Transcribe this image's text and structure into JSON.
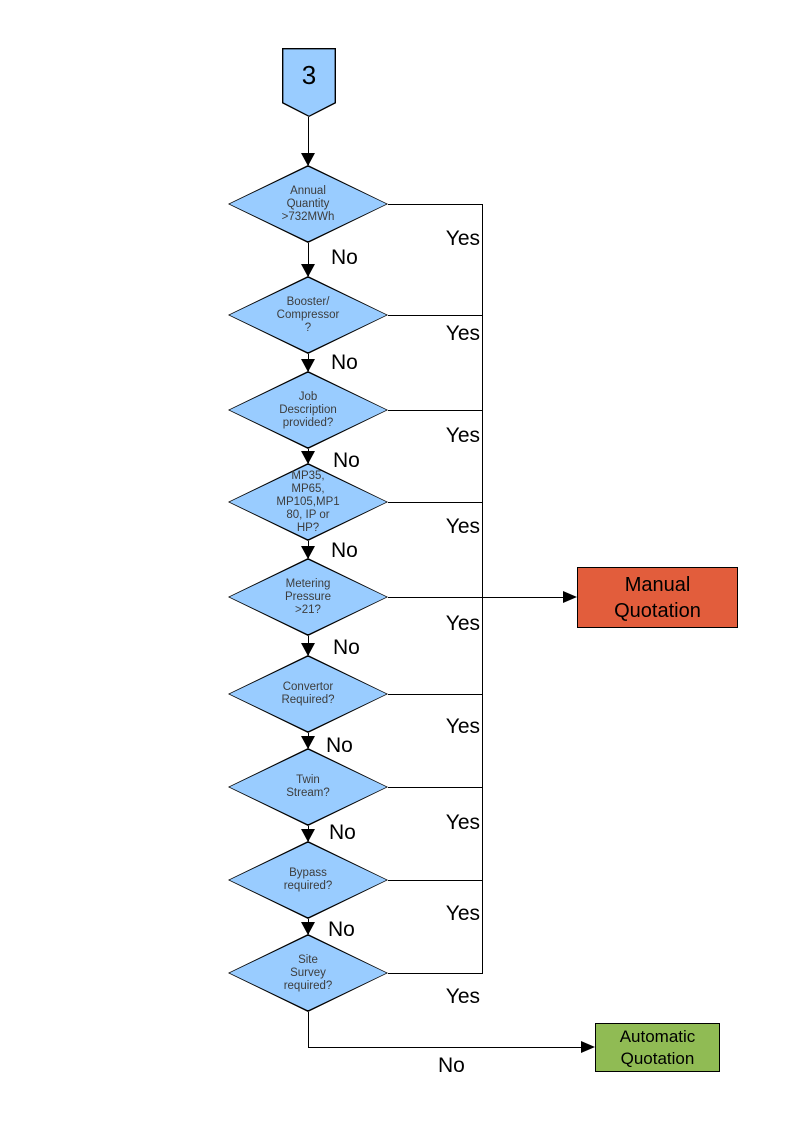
{
  "flow": {
    "start": {
      "label": "3"
    },
    "decisions": [
      {
        "label": "Annual\nQuantity\n>732MWh"
      },
      {
        "label": "Booster/\nCompressor\n?"
      },
      {
        "label": "Job\nDescription\nprovided?"
      },
      {
        "label": "MP35,\nMP65,\nMP105,MP1\n80, IP or\nHP?"
      },
      {
        "label": "Metering\nPressure\n>21?"
      },
      {
        "label": "Convertor\nRequired?"
      },
      {
        "label": "Twin\nStream?"
      },
      {
        "label": "Bypass\nrequired?"
      },
      {
        "label": "Site\nSurvey\nrequired?"
      }
    ],
    "branch_labels": {
      "yes": "Yes",
      "no": "No"
    },
    "terminals": {
      "manual": {
        "label": "Manual\nQuotation",
        "fill": "#e25d3c"
      },
      "automatic": {
        "label": "Automatic\nQuotation",
        "fill": "#90bb54"
      }
    },
    "colors": {
      "node_fill": "#99ccff",
      "node_text": "#3d3d3d",
      "line": "#000000",
      "label_text": "#000000"
    }
  }
}
